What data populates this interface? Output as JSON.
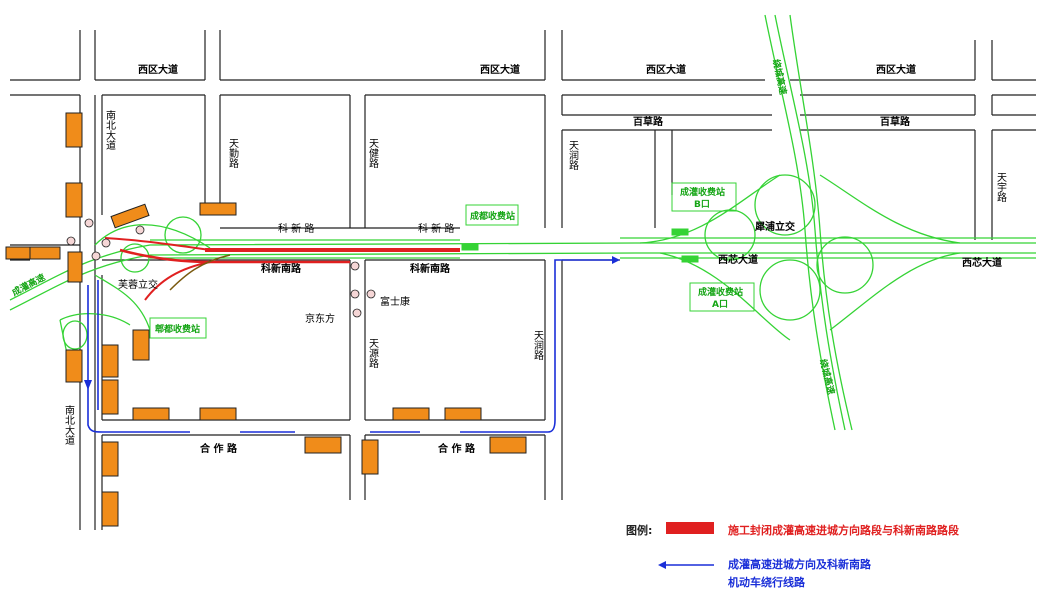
{
  "colors": {
    "road": "#222222",
    "expressway": "#35d335",
    "closure": "#e02020",
    "detour": "#1a2fd8",
    "sign": "#f08c1a"
  },
  "roads": {
    "xiqu_1": "西区大道",
    "xiqu_2": "西区大道",
    "xiqu_3": "西区大道",
    "xiqu_4": "西区大道",
    "baicao_1": "百草路",
    "baicao_2": "百草路",
    "nanbei_top": "南北大道",
    "nanbei_bottom": "南北大道",
    "tianqin": "天勤路",
    "tianjian": "天健路",
    "tianrun_top": "天润路",
    "tianrun_mid": "天润路",
    "tianyu": "天宇路",
    "tianyuan": "天源路",
    "kexin_1": "科 新 路",
    "kexin_2": "科 新 路",
    "kexinnan_1": "科新南路",
    "kexinnan_2": "科新南路",
    "xixin_1": "西芯大道",
    "xixin_2": "西芯大道",
    "hezuo_1": "合 作 路",
    "hezuo_2": "合 作 路",
    "chengguan": "成灌高速",
    "raocheng_top": "绕城高速",
    "raocheng_bottom": "绕城高速"
  },
  "places": {
    "furong": "芙蓉立交",
    "xipu": "犀浦立交",
    "jingdongfang": "京东方",
    "fushikang": "富士康"
  },
  "toll": {
    "chengdu_main": "成都收费站",
    "pidu": "郫都收费站",
    "chengguan_in_label": "成灌收费站",
    "chengguan_in_port": "B口",
    "chengguan_out_label": "成灌收费站",
    "chengguan_out_port": "A口"
  },
  "legend": {
    "title": "图例:",
    "closure_text": "施工封闭成灌高速进城方向路段与科新南路路段",
    "detour_line1": "成灌高速进城方向及科新南路",
    "detour_line2": "机动车绕行线路"
  }
}
